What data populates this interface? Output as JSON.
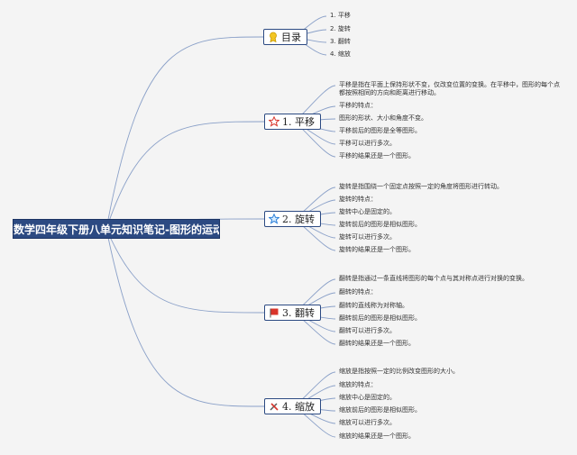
{
  "root": {
    "title": "数学四年级下册八单元知识笔记-图形的运动"
  },
  "branches": [
    {
      "id": "toc",
      "label": "目录",
      "icon": "ribbon-icon",
      "leaves": [
        "1. 平移",
        "2. 旋转",
        "3. 翻转",
        "4. 缩放"
      ]
    },
    {
      "id": "translate",
      "label": "1. 平移",
      "icon": "star-outline-icon",
      "leaves": [
        "平移是指在平面上保持形状不变，仅改变位置的变换。在平移中，图形的每个点",
        "都按照相同的方向和距离进行移动。",
        "平移的特点：",
        "图形的形状、大小和角度不变。",
        "平移前后的图形是全等图形。",
        "平移可以进行多次。",
        "平移的结果还是一个图形。"
      ]
    },
    {
      "id": "rotate",
      "label": "2. 旋转",
      "icon": "star-blue-icon",
      "leaves": [
        "旋转是指围绕一个固定点按照一定的角度将图形进行转动。",
        "旋转的特点：",
        "旋转中心是固定的。",
        "旋转前后的图形是相似图形。",
        "旋转可以进行多次。",
        "旋转的结果还是一个图形。"
      ]
    },
    {
      "id": "flip",
      "label": "3. 翻转",
      "icon": "flag-icon",
      "leaves": [
        "翻转是指通过一条直线将图形的每个点与其对称点进行对换的变换。",
        "翻转的特点：",
        "翻转的直线称为对称轴。",
        "翻转前后的图形是相似图形。",
        "翻转可以进行多次。",
        "翻转的结果还是一个图形。"
      ]
    },
    {
      "id": "scale",
      "label": "4. 缩放",
      "icon": "tools-icon",
      "leaves": [
        "缩放是指按照一定的比例改变图形的大小。",
        "缩放的特点：",
        "缩放中心是固定的。",
        "缩放前后的图形是相似图形。",
        "缩放可以进行多次。",
        "缩放的结果还是一个图形。"
      ]
    }
  ],
  "colors": {
    "root": "#2c4a82",
    "line": "#8aa0c8",
    "background": "#f4f4f4"
  }
}
